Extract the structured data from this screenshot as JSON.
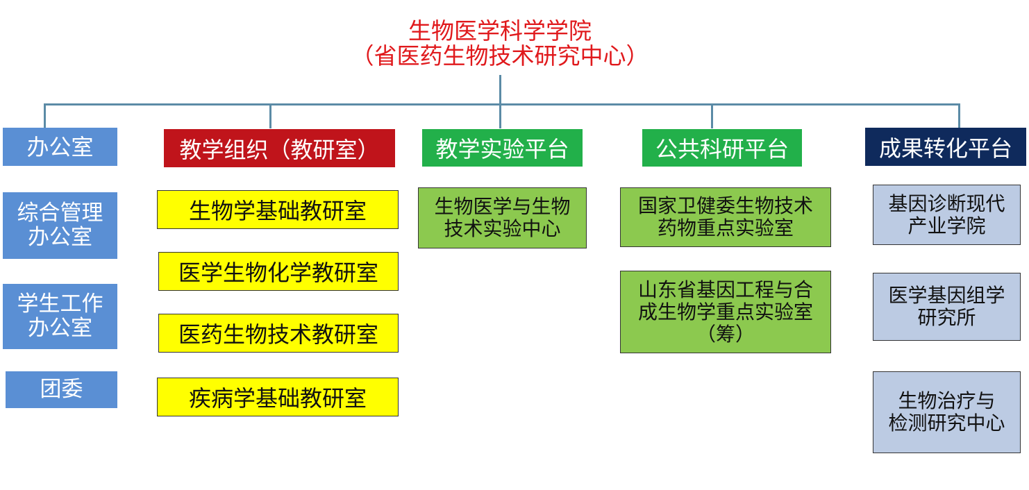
{
  "title": {
    "line1": "生物医学科学学院",
    "line2": "（省医药生物技术研究中心）"
  },
  "colors": {
    "title": "#e0191c",
    "connector": "#5b8ba6",
    "office_blue": "#5a8fd4",
    "teaching_red": "#c0141b",
    "platform_green": "#22b04a",
    "achievement_navy": "#0f2a5c",
    "yellow_box": "#ffff00",
    "green_box": "#8cc94f",
    "lavender_box": "#bccbe3"
  },
  "columns": {
    "office": {
      "header": "办公室",
      "items": [
        "综合管理\n办公室",
        "学生工作\n办公室",
        "团委"
      ]
    },
    "teaching": {
      "header": "教学组织（教研室）",
      "items": [
        "生物学基础教研室",
        "医学生物化学教研室",
        "医药生物技术教研室",
        "疾病学基础教研室"
      ]
    },
    "experiment": {
      "header": "教学实验平台",
      "items": [
        "生物医学与生物\n技术实验中心"
      ]
    },
    "research": {
      "header": "公共科研平台",
      "items": [
        "国家卫健委生物技术\n药物重点实验室",
        "山东省基因工程与合\n成生物学重点实验室\n（筹）"
      ]
    },
    "achievement": {
      "header": "成果转化平台",
      "items": [
        "基因诊断现代\n产业学院",
        "医学基因组学\n研究所",
        "生物治疗与\n检测研究中心"
      ]
    }
  }
}
